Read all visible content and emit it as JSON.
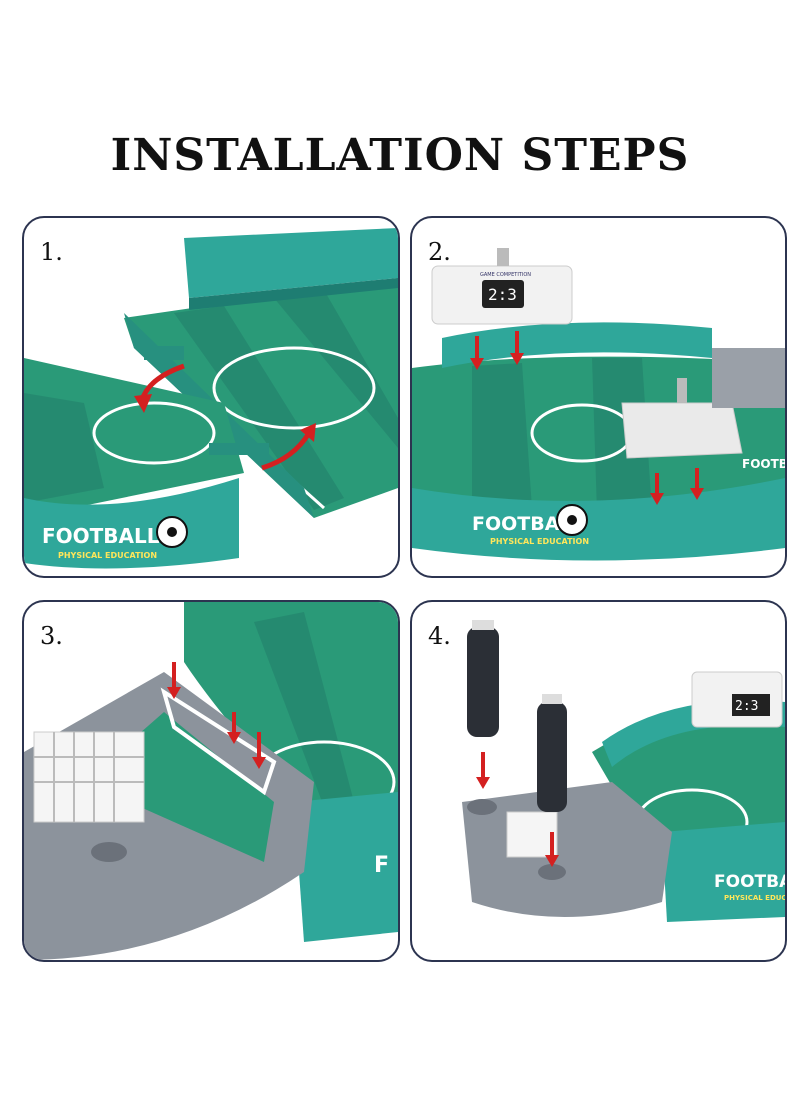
{
  "title": "INSTALLATION STEPS",
  "steps": [
    {
      "number": "1."
    },
    {
      "number": "2."
    },
    {
      "number": "3."
    },
    {
      "number": "4."
    }
  ],
  "product": {
    "brand": "FOOTBALL",
    "subtitle": "PHYSICAL EDUCATION",
    "score": "2:3",
    "scoreboard_caption": "GAME COMPETITION"
  },
  "colors": {
    "field_light": "#2f9c7a",
    "field_dark": "#23806a",
    "rail": "#2fa79a",
    "rail_dark": "#1e7d72",
    "base_gray": "#8c939c",
    "arrow_red": "#d42020",
    "handle_black": "#2b2f36"
  }
}
